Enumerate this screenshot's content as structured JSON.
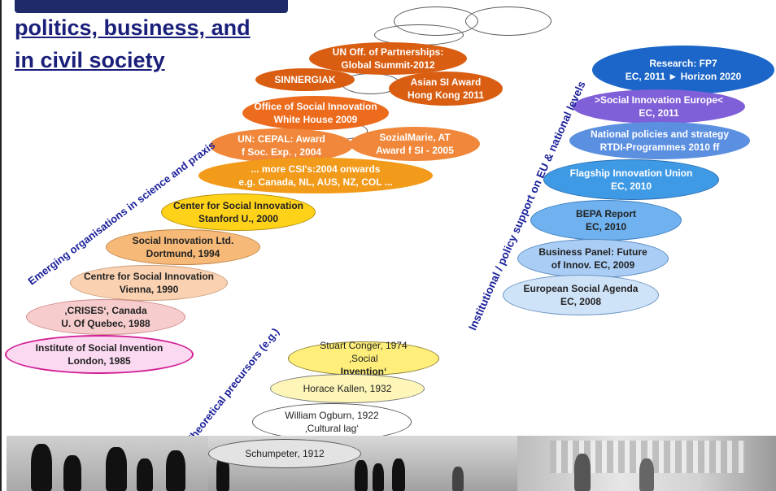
{
  "title": {
    "line1": "politics, business, and",
    "line2": "in civil society"
  },
  "axis_labels": {
    "science": "Emerging organisations in science and praxis",
    "policy": "Institutional / policy support on EU & national levels",
    "theory": "Theoretical precursors (e.g.)"
  },
  "science_orgs": [
    {
      "line1": "UN Off. of Partnerships:",
      "line2": "Global Summit-2012"
    },
    {
      "line1": "SINNERGIAK",
      "line2": ""
    },
    {
      "line1": "Asian SI Award",
      "line2": "Hong Kong 2011"
    },
    {
      "line1": "Office of Social Innovation",
      "line2": "White House 2009"
    },
    {
      "line1": "UN: CEPAL: Award",
      "line2": "f Soc. Exp. , 2004"
    },
    {
      "line1": "SozialMarie, AT",
      "line2": "Award f SI - 2005"
    },
    {
      "line1": "... more CSI's:2004 onwards",
      "line2": "e.g. Canada, NL, AUS, NZ, COL ..."
    },
    {
      "line1": "Center for Social Innovation",
      "line2": "Stanford U., 2000"
    },
    {
      "line1": "Social Innovation Ltd.",
      "line2": "Dortmund, 1994"
    },
    {
      "line1": "Centre for Social Innovation",
      "line2": "Vienna, 1990"
    },
    {
      "line1": "‚CRISES‘, Canada",
      "line2": "U. Of Quebec, 1988"
    },
    {
      "line1": "Institute of Social Invention",
      "line2": "London, 1985"
    }
  ],
  "policy_items": [
    {
      "line1": "Research: FP7",
      "line2": "EC, 2011 ► Horizon 2020"
    },
    {
      "line1": ">Social Innovation Europe<",
      "line2": "EC, 2011"
    },
    {
      "line1": "National policies and strategy",
      "line2": "RTDI-Programmes 2010 ff"
    },
    {
      "line1": "Flagship Innovation Union",
      "line2": "EC, 2010"
    },
    {
      "line1": "BEPA Report",
      "line2": "EC, 2010"
    },
    {
      "line1": "Business Panel: Future",
      "line2": "of Innov. EC, 2009"
    },
    {
      "line1": "European Social Agenda",
      "line2": "EC, 2008"
    }
  ],
  "precursors": [
    {
      "line1": "Stuart Conger, 1974",
      "line2a": "‚Social ",
      "line2b": "Invention‘"
    },
    {
      "line1": "Horace Kallen, 1932",
      "line2": ""
    },
    {
      "line1": "William Ogburn, 1922",
      "line2": "‚Cultural lag‘"
    },
    {
      "line1": "Schumpeter, 1912",
      "line2": ""
    }
  ],
  "colors": {
    "title": "#1a1f7a",
    "label_blue": "#1a1f9a",
    "dark_orange": "#d95e12",
    "orange": "#f0873a",
    "amber": "#f29a1a",
    "yellow": "#ffd21a",
    "peach": "#f7b978",
    "light_peach": "#fad2b2",
    "pink": "#f6cccc",
    "magenta_border": "#d21e96",
    "blue_dark": "#1b66c8",
    "purple": "#7f60d8",
    "blue_mid": "#5b8fe0",
    "blue_light": "#8fb9ef"
  }
}
